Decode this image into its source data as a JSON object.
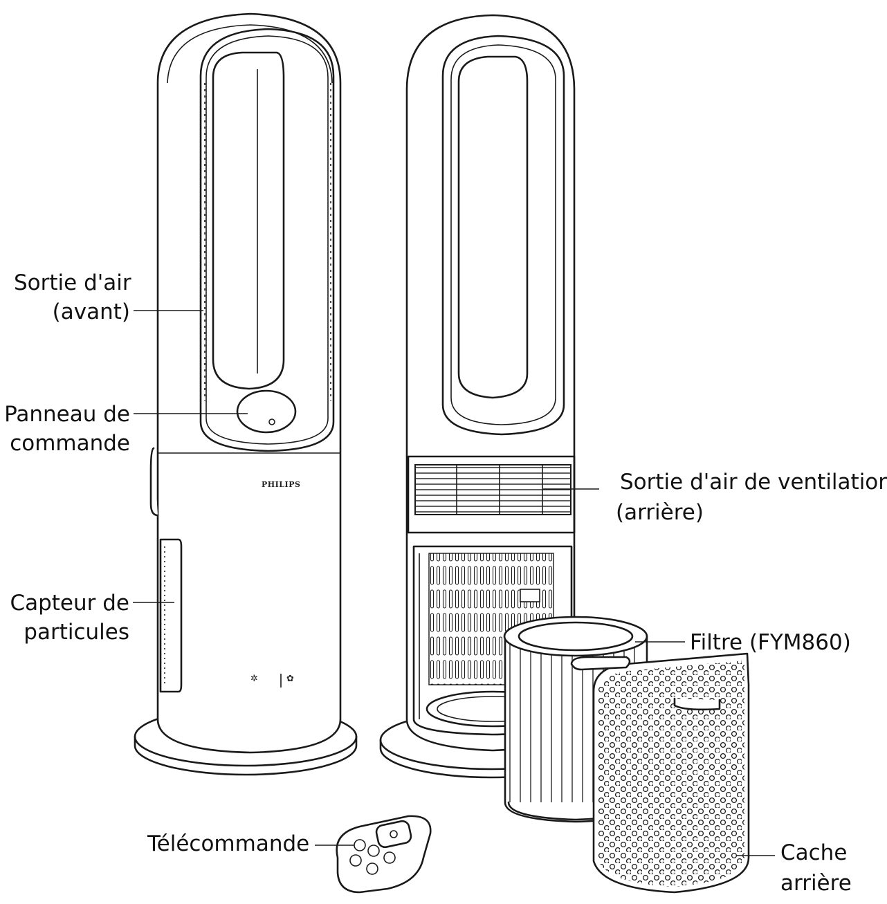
{
  "labels": {
    "air_outlet_front_1": "Sortie d'air",
    "air_outlet_front_2": "(avant)",
    "control_panel_1": "Panneau de",
    "control_panel_2": "commande",
    "particle_sensor_1": "Capteur de",
    "particle_sensor_2": "particules",
    "remote": "Télécommande",
    "vent_outlet_back_1": "Sortie d'air de ventilation",
    "vent_outlet_back_2": "(arrière)",
    "filter": "Filtre (FYM860)",
    "back_cover_1": "Cache",
    "back_cover_2": "arrière"
  },
  "brand": "PHILIPS",
  "colors": {
    "line": "#1a1a1a",
    "text": "#111111",
    "background": "#ffffff"
  }
}
